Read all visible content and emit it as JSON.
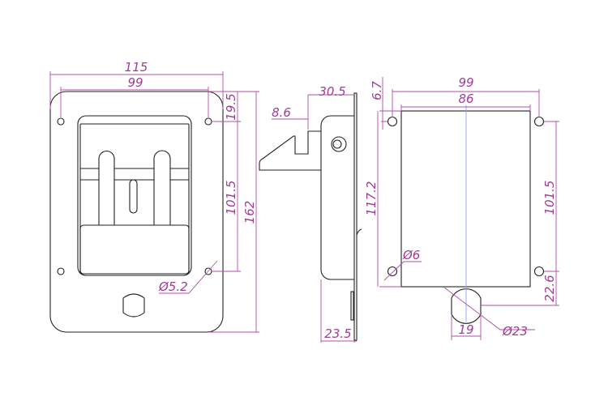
{
  "colors": {
    "outline": "#222222",
    "dimension": "#b04fa8",
    "centerline": "#8da0e0"
  },
  "front_view": {
    "overall_width": "115",
    "hole_spacing_width": "99",
    "hole_offset_top": "19.5",
    "hole_spacing_height": "101.5",
    "overall_height": "162",
    "hole_diameter": "Ø5.2"
  },
  "side_view": {
    "handle_projection": "30.5",
    "hook_width": "8.6",
    "body_depth": "23.5"
  },
  "rear_view": {
    "hole_spacing_width": "99",
    "body_width": "86",
    "hole_offset": "6.7",
    "body_height": "117.2",
    "hole_spacing_height": "101.5",
    "cylinder_offset": "22.6",
    "hole_diameter": "Ø6",
    "cylinder_flat": "19",
    "cylinder_diameter": "Ø23"
  }
}
